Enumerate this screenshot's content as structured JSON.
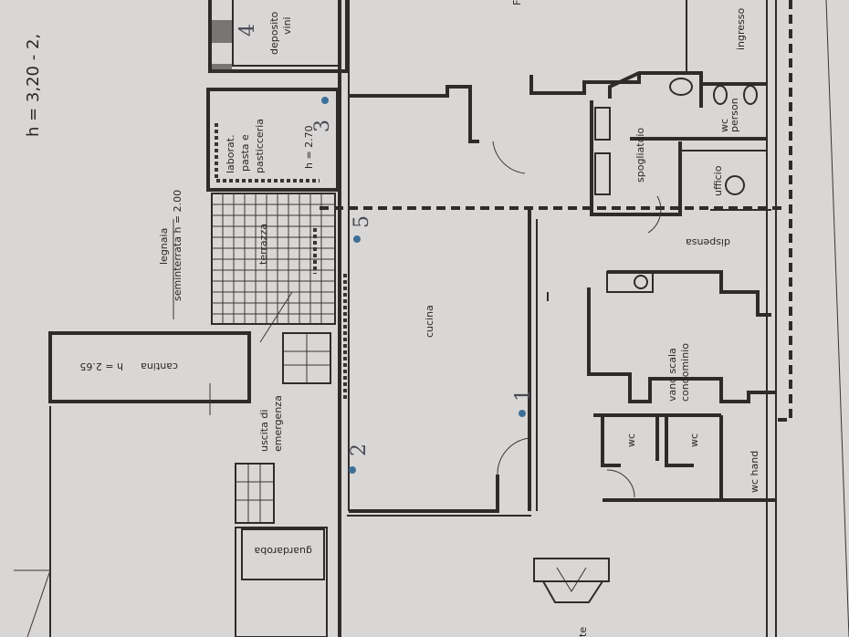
{
  "header_note": "h = 3,20 - 2,",
  "rooms": {
    "deposito_vini_1": "deposito",
    "deposito_vini_2": "vini",
    "laboratorio_1": "laborat.",
    "laboratorio_2": "pasta e",
    "laboratorio_3": "pasticceria",
    "laboratorio_height": "h = 2.70",
    "legnaia_1": "legnaia",
    "legnaia_2": "seminterrata h = 2.00",
    "terrazza": "terrazza",
    "cucina": "cucina",
    "cantina": "cantina",
    "cantina_height": "h = 2.65",
    "uscita_1": "uscita di",
    "uscita_2": "emergenza",
    "guardaroba": "guardaroba",
    "spogliatoio": "spogliatoio",
    "wc_person_1": "wc",
    "wc_person_2": "person",
    "ingresso": "ingresso",
    "ufficio": "ufficio",
    "dispensa": "dispensa",
    "vano_scala_1": "vano scala",
    "vano_scala_2": "condominio",
    "wc_a": "wc",
    "wc_b": "wc",
    "wc_hand": "wc hand",
    "edge_text": "te",
    "edge_letter": "F"
  },
  "markers": [
    "1",
    "2",
    "3",
    "4",
    "5"
  ],
  "colors": {
    "paper": "#d9d7d6",
    "ink": "#2f2b2b",
    "pin": "#3d6f96"
  }
}
